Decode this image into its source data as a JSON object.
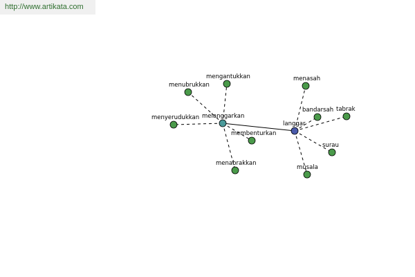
{
  "watermark": "http://www.artikata.com",
  "colors": {
    "leaf": "#4a9a4a",
    "hub_left": "#4a9a9a",
    "hub_right": "#4a5aaa"
  },
  "nodes": [
    {
      "id": "melanggarkan",
      "label": "melanggarkan",
      "kind": "hub_left"
    },
    {
      "id": "langgar",
      "label": "langgar",
      "kind": "hub_right"
    },
    {
      "id": "menubrukkan",
      "label": "menubrukkan",
      "kind": "leaf"
    },
    {
      "id": "mengantukkan",
      "label": "mengantukkan",
      "kind": "leaf"
    },
    {
      "id": "menyerudukkan",
      "label": "menyerudukkan",
      "kind": "leaf"
    },
    {
      "id": "membenturkan",
      "label": "membenturkan",
      "kind": "leaf"
    },
    {
      "id": "menabrakkan",
      "label": "menabrakkan",
      "kind": "leaf"
    },
    {
      "id": "menasah",
      "label": "menasah",
      "kind": "leaf"
    },
    {
      "id": "bandarsah",
      "label": "bandarsah",
      "kind": "leaf"
    },
    {
      "id": "tabrak",
      "label": "tabrak",
      "kind": "leaf"
    },
    {
      "id": "surau",
      "label": "surau",
      "kind": "leaf"
    },
    {
      "id": "musala",
      "label": "musala",
      "kind": "leaf"
    }
  ],
  "edges": [
    {
      "from": "melanggarkan",
      "to": "langgar",
      "style": "solid"
    },
    {
      "from": "melanggarkan",
      "to": "menubrukkan",
      "style": "dashed"
    },
    {
      "from": "melanggarkan",
      "to": "mengantukkan",
      "style": "dashed"
    },
    {
      "from": "melanggarkan",
      "to": "menyerudukkan",
      "style": "dashed"
    },
    {
      "from": "melanggarkan",
      "to": "membenturkan",
      "style": "dashed"
    },
    {
      "from": "melanggarkan",
      "to": "menabrakkan",
      "style": "dashed"
    },
    {
      "from": "langgar",
      "to": "menasah",
      "style": "dashed"
    },
    {
      "from": "langgar",
      "to": "bandarsah",
      "style": "dashed"
    },
    {
      "from": "langgar",
      "to": "tabrak",
      "style": "dashed"
    },
    {
      "from": "langgar",
      "to": "surau",
      "style": "dashed"
    },
    {
      "from": "langgar",
      "to": "musala",
      "style": "dashed"
    }
  ]
}
